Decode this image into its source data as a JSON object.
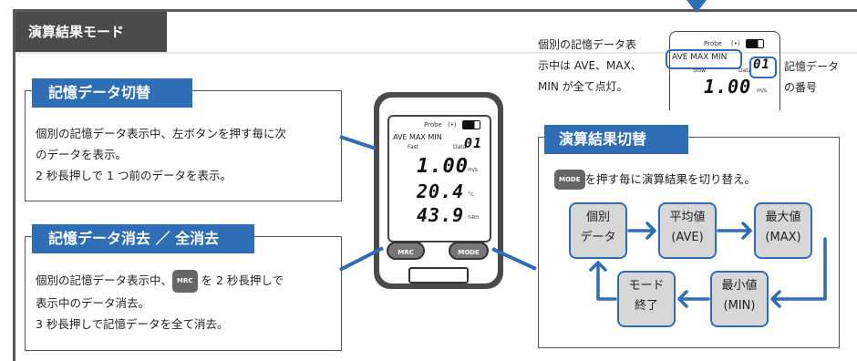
{
  "header": {
    "section_title": "演算結果モード"
  },
  "panels": {
    "memory_switch": {
      "title": "記憶データ切替",
      "line1": "個別の記憶データ表示中、左ボタンを押す毎に次",
      "line2": "のデータを表示。",
      "line3": "2 秒長押しで 1 つ前のデータを表示。"
    },
    "memory_delete": {
      "title": "記憶データ消去 ／ 全消去",
      "line1_a": "個別の記憶データ表示中、",
      "line1_badge": "MRC",
      "line1_b": "を 2 秒長押しで",
      "line2": "表示中のデータ消去。",
      "line3": "3 秒長押しで記憶データを全て消去。"
    },
    "calc_switch": {
      "title": "演算結果切替",
      "badge": "MODE",
      "desc": "を押す毎に演算結果を切り替え。",
      "nodes": {
        "individual_1": "個別",
        "individual_2": "データ",
        "ave_1": "平均値",
        "ave_2": "(AVE)",
        "max_1": "最大値",
        "max_2": "(MAX)",
        "min_1": "最小値",
        "min_2": "(MIN)",
        "end_1": "モード",
        "end_2": "終了"
      }
    }
  },
  "top_callout": {
    "left_line1": "個別の記憶データ表",
    "left_line2": "示中は AVE、MAX、",
    "left_line3": "MIN が全て点灯。",
    "right_line1": "記憶データ",
    "right_line2": "の番号",
    "lcd_probe": "Probe",
    "lcd_avemaxmin": "AVE MAX MIN",
    "lcd_slow": "Slow",
    "lcd_data": "Data",
    "lcd_num": "01",
    "lcd_value": "1.00",
    "lcd_unit": "m/s"
  },
  "device": {
    "probe": "Probe",
    "avemaxmin": "AVE MAX MIN",
    "fast": "Fast",
    "data": "Data",
    "data_num": "01",
    "value1": "1.00",
    "unit1": "m/s",
    "value2": "20.4",
    "unit2": "°c",
    "value3": "43.9",
    "unit3": "%RH",
    "btn_mrc": "MRC",
    "btn_mode": "MODE"
  }
}
